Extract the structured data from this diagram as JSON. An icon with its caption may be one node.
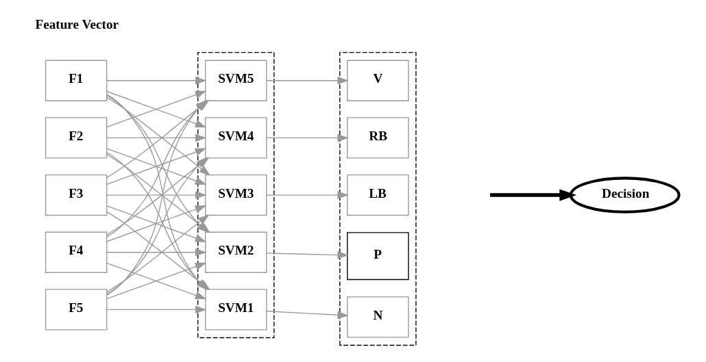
{
  "diagram": {
    "nodes": [
      {
        "text": [
          "F1"
        ]
      },
      {
        "text": [
          "F2"
        ]
      },
      {
        "text": [
          "F3"
        ]
      },
      {
        "text": [
          "F4"
        ]
      },
      {
        "text": [
          "F5"
        ]
      },
      {
        "text": [],
        "shape": "box"
      },
      {
        "text": [
          "SVM1"
        ],
        "in": 5
      },
      {
        "text": [
          "SVM2"
        ],
        "in": 5
      },
      {
        "text": [
          "SVM3"
        ],
        "in": 5
      },
      {
        "text": [
          "SVM4"
        ],
        "in": 5
      },
      {
        "text": [
          "SVM5"
        ],
        "in": 5
      },
      {
        "text": [],
        "shape": "box"
      },
      {
        "text": [
          "N"
        ],
        "in": 11
      },
      {
        "text": [
          "P"
        ],
        "in": 11
      },
      {
        "text": [
          "LB"
        ],
        "in": 11
      },
      {
        "text": [
          "RB"
        ],
        "in": 11
      },
      {
        "text": [
          "V"
        ],
        "in": 11
      },
      {
        "text": [
          "Decision"
        ]
      }
    ],
    "edges": [
      {
        "from": 0,
        "to": 6,
        "arrow": "to"
      },
      {
        "from": 0,
        "to": 7,
        "arrow": "to"
      },
      {
        "from": 0,
        "to": 8,
        "arrow": "to"
      },
      {
        "from": 0,
        "to": 9,
        "arrow": "to"
      },
      {
        "from": 0,
        "to": 10,
        "arrow": "to"
      },
      {
        "from": 1,
        "to": 6,
        "arrow": "to"
      },
      {
        "from": 1,
        "to": 7,
        "arrow": "to"
      },
      {
        "from": 1,
        "to": 8,
        "arrow": "to"
      },
      {
        "from": 1,
        "to": 9,
        "arrow": "to"
      },
      {
        "from": 1,
        "to": 10,
        "arrow": "to"
      },
      {
        "from": 2,
        "to": 6,
        "arrow": "to"
      },
      {
        "from": 2,
        "to": 7,
        "arrow": "to"
      },
      {
        "from": 2,
        "to": 8,
        "arrow": "to"
      },
      {
        "from": 2,
        "to": 9,
        "arrow": "to"
      },
      {
        "from": 2,
        "to": 10,
        "arrow": "to"
      },
      {
        "from": 3,
        "to": 6,
        "arrow": "to"
      },
      {
        "from": 3,
        "to": 7,
        "arrow": "to"
      },
      {
        "from": 3,
        "to": 8,
        "arrow": "to"
      },
      {
        "from": 3,
        "to": 9,
        "arrow": "to"
      },
      {
        "from": 3,
        "to": 10,
        "arrow": "to"
      },
      {
        "from": 4,
        "to": 6,
        "arrow": "to"
      },
      {
        "from": 4,
        "to": 7,
        "arrow": "to"
      },
      {
        "from": 4,
        "to": 8,
        "arrow": "to"
      },
      {
        "from": 4,
        "to": 9,
        "arrow": "to"
      },
      {
        "from": 4,
        "to": 10,
        "arrow": "to"
      },
      {
        "from": 6,
        "to": 12,
        "arrow": "to"
      },
      {
        "from": 7,
        "to": 13,
        "arrow": "to"
      },
      {
        "from": 8,
        "to": 14,
        "arrow": "to"
      },
      {
        "from": 9,
        "to": 15,
        "arrow": "to"
      },
      {
        "from": 10,
        "to": 16,
        "arrow": "to"
      },
      {
        "from": null,
        "to": 17,
        "arrow": "to",
        "style": "thick",
        "color": "#000000"
      }
    ],
    "labels": [
      "Feature Vector"
    ]
  }
}
